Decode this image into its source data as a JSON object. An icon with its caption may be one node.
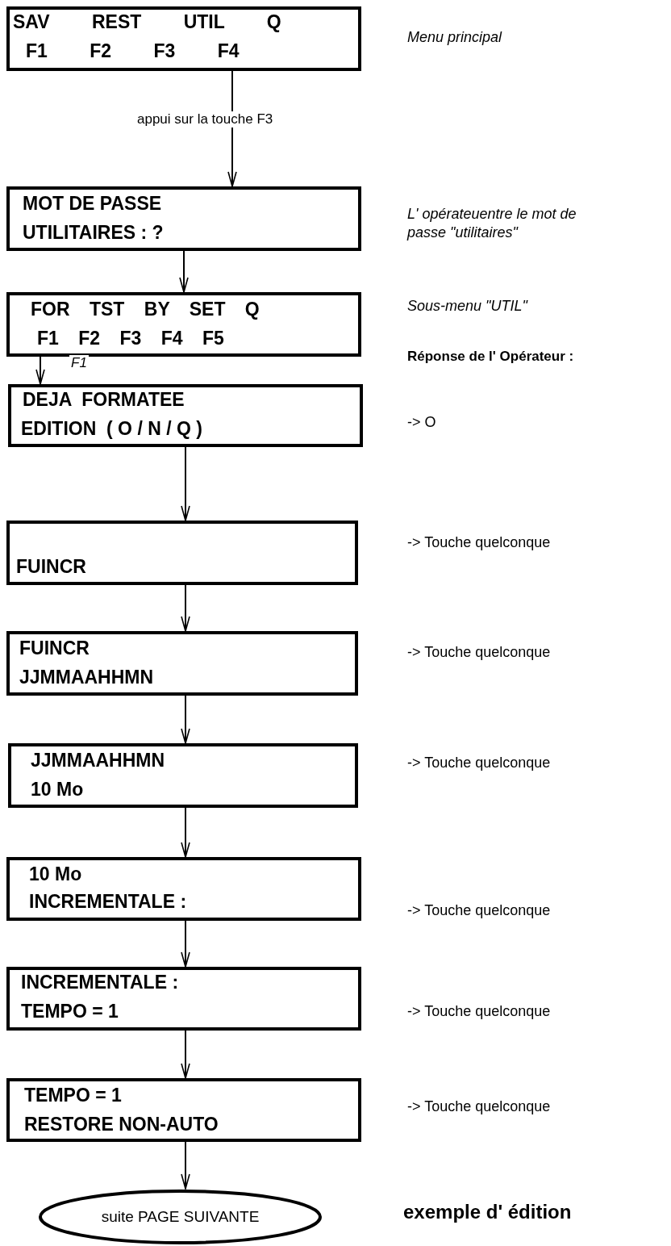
{
  "diagram": {
    "nodes": [
      {
        "text": [
          "SAV REST UTIL Q",
          "F1 F2 F3 F4"
        ],
        "beside": [
          "Menu principal"
        ]
      },
      {
        "text": [
          "MOT DE PASSE",
          "UTILITAIRES : ?"
        ],
        "beside": [
          "L' opérateuentre le mot de passe \"utilitaires\""
        ]
      },
      {
        "text": [
          "FOR TST BY SET Q",
          "F1 F2 F3 F4 F5"
        ],
        "beside": [
          "Sous-menu \"UTIL\""
        ]
      },
      {
        "text": [
          "DEJA  FORMATEE",
          "EDITION  ( O / N / Q )"
        ],
        "beside": [
          "-> O"
        ]
      },
      {
        "text": [
          "FUINCR"
        ],
        "beside": [
          "-> Touche quelconque"
        ]
      },
      {
        "text": [
          "FUINCR",
          "JJMMAAHHMN"
        ],
        "beside": [
          "-> Touche quelconque"
        ]
      },
      {
        "text": [
          "JJMMAAHHMN",
          "10 Mo"
        ],
        "beside": [
          "-> Touche quelconque"
        ]
      },
      {
        "text": [
          "10 Mo",
          "INCREMENTALE :"
        ],
        "beside": [
          "-> Touche quelconque"
        ]
      },
      {
        "text": [
          "INCREMENTALE :",
          "TEMPO = 1"
        ],
        "beside": [
          "-> Touche quelconque"
        ]
      },
      {
        "text": [
          "TEMPO = 1",
          "RESTORE NON-AUTO"
        ],
        "beside": [
          "-> Touche quelconque"
        ]
      },
      {
        "text": [
          "suite PAGE SUIVANTE"
        ]
      }
    ],
    "edges": [
      {
        "from": 0,
        "to": 1,
        "arrow": "to",
        "label": "appui sur la touche F3"
      },
      {
        "from": 1,
        "to": 2,
        "arrow": "to"
      },
      {
        "from": 2,
        "to": 3,
        "arrow": "to",
        "label": "F1"
      },
      {
        "from": 3,
        "to": 4,
        "arrow": "to"
      },
      {
        "from": 4,
        "to": 5,
        "arrow": "to"
      },
      {
        "from": 5,
        "to": 6,
        "arrow": "to"
      },
      {
        "from": 6,
        "to": 7,
        "arrow": "to"
      },
      {
        "from": 7,
        "to": 8,
        "arrow": "to"
      },
      {
        "from": 8,
        "to": 9,
        "arrow": "to"
      },
      {
        "from": 9,
        "to": 10,
        "arrow": "to"
      }
    ],
    "labels": [
      "Réponse de l' Opérateur :",
      "exemple d' édition"
    ]
  }
}
